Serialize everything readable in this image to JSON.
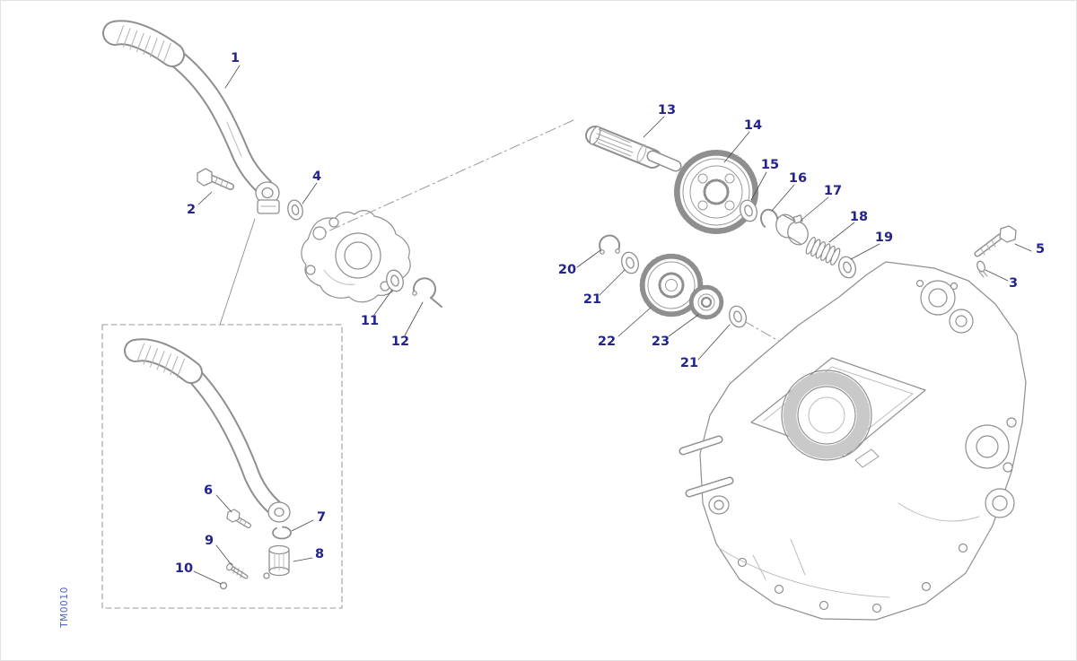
{
  "diagram": {
    "code": "TM0010",
    "description": "Exploded parts diagram of a kick-starter and idle gear assembly on an engine crankcase",
    "colors": {
      "callout_text": "#23238f",
      "code_text": "#4a5fd0",
      "line_art": "#8f8f8f",
      "leader_line": "#4a4a4a"
    },
    "callouts": [
      {
        "ref": "1"
      },
      {
        "ref": "2"
      },
      {
        "ref": "4"
      },
      {
        "ref": "11"
      },
      {
        "ref": "12"
      },
      {
        "ref": "13"
      },
      {
        "ref": "14"
      },
      {
        "ref": "15"
      },
      {
        "ref": "16"
      },
      {
        "ref": "17"
      },
      {
        "ref": "18"
      },
      {
        "ref": "19"
      },
      {
        "ref": "5"
      },
      {
        "ref": "3"
      },
      {
        "ref": "20"
      },
      {
        "ref": "21"
      },
      {
        "ref": "22"
      },
      {
        "ref": "23"
      },
      {
        "ref": "21"
      },
      {
        "ref": "6"
      },
      {
        "ref": "7"
      },
      {
        "ref": "9"
      },
      {
        "ref": "8"
      },
      {
        "ref": "10"
      }
    ]
  }
}
